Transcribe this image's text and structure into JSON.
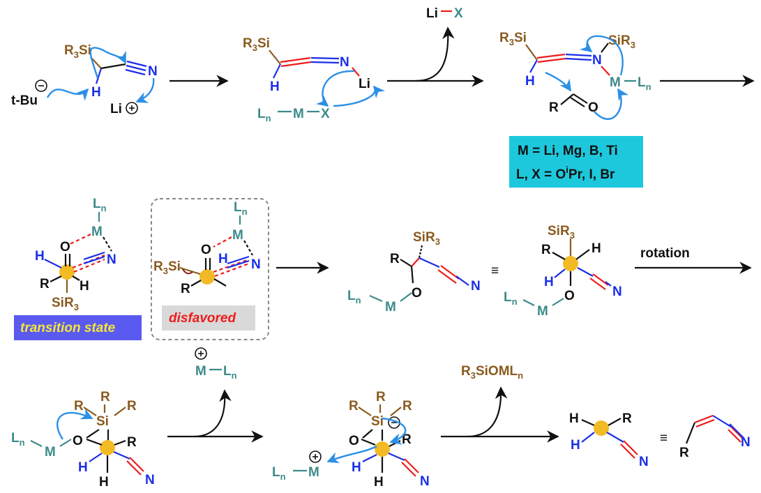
{
  "row1": {
    "tBu": "t-Bu",
    "R3Si": "R3Si",
    "H": "H",
    "N": "N",
    "Li": "Li",
    "LiX": [
      "Li",
      "X"
    ],
    "LnMX": [
      "L",
      "n",
      "M",
      "X"
    ],
    "SiR3": "SiR3",
    "MLn": [
      "M",
      "L",
      "n"
    ],
    "R": "R",
    "O": "O"
  },
  "conditions": {
    "line1": "M = Li, Mg, B, Ti",
    "line2_a": "L, X = O",
    "line2_sup": "i",
    "line2_b": "Pr, I, Br"
  },
  "row2": {
    "transition_state": "transition state",
    "disfavored": "disfavored",
    "rotation": "rotation",
    "equiv": "≡"
  },
  "row3": {
    "ML_plus": [
      "M",
      "L",
      "n"
    ],
    "R3SiOML": "R3SiOMLn",
    "equiv": "≡"
  },
  "colors": {
    "brown": "#8a5a1e",
    "teal": "#3d8a8a",
    "blue": "#1a2ee8",
    "red": "#ee1c1c",
    "arrow": "#2b8fe6",
    "dot": "#f2bb26",
    "cyan_box": "#1ec8dc",
    "violet_box": "#5a5af0",
    "gray_box": "#d9d9d9"
  }
}
